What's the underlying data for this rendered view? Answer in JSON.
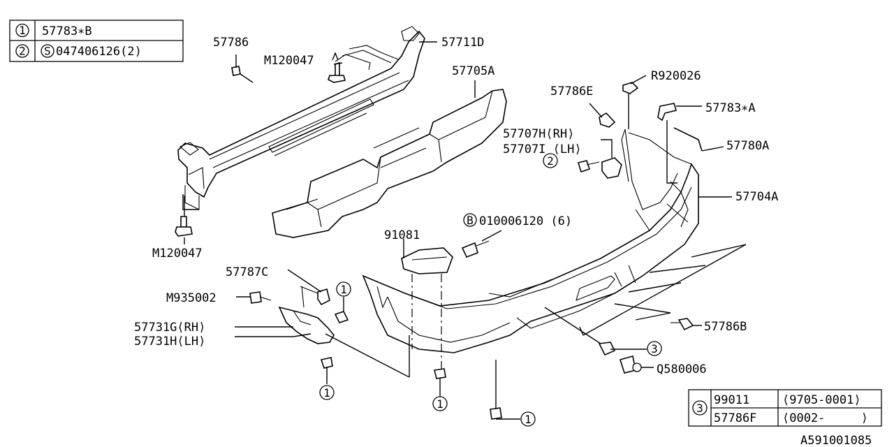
{
  "legend_top": {
    "rows": [
      {
        "key": "1",
        "value": "57783∗B"
      },
      {
        "key": "2",
        "prefix": "S",
        "value": "047406126(2)"
      }
    ]
  },
  "legend_bottom": {
    "key": "3",
    "rows": [
      {
        "part": "99011",
        "range": "⟨9705-0001⟩"
      },
      {
        "part": "57786F",
        "range": "⟨0002-     ⟩"
      }
    ]
  },
  "labels": {
    "p57786": "57786",
    "m120047_top": "M120047",
    "p57711d": "57711D",
    "p57705a": "57705A",
    "r920026": "R920026",
    "p57786e": "57786E",
    "p57783a": "57783∗A",
    "p57707h": "57707H⟨RH⟩",
    "p57707i": "57707I ⟨LH⟩",
    "p57780a": "57780A",
    "p57704a": "57704A",
    "m120047_bottom": "M120047",
    "p91081": "91081",
    "b_prefix": "B",
    "b010006120": "010006120 (6)",
    "p57787c": "57787C",
    "m935002": "M935002",
    "p57731g": "57731G⟨RH⟩",
    "p57731h": "57731H⟨LH⟩",
    "p57786b": "57786B",
    "q580006": "Q580006",
    "diagram_id": "A591001085"
  },
  "callouts": {
    "c1": "1",
    "c2": "2",
    "c3": "3"
  }
}
